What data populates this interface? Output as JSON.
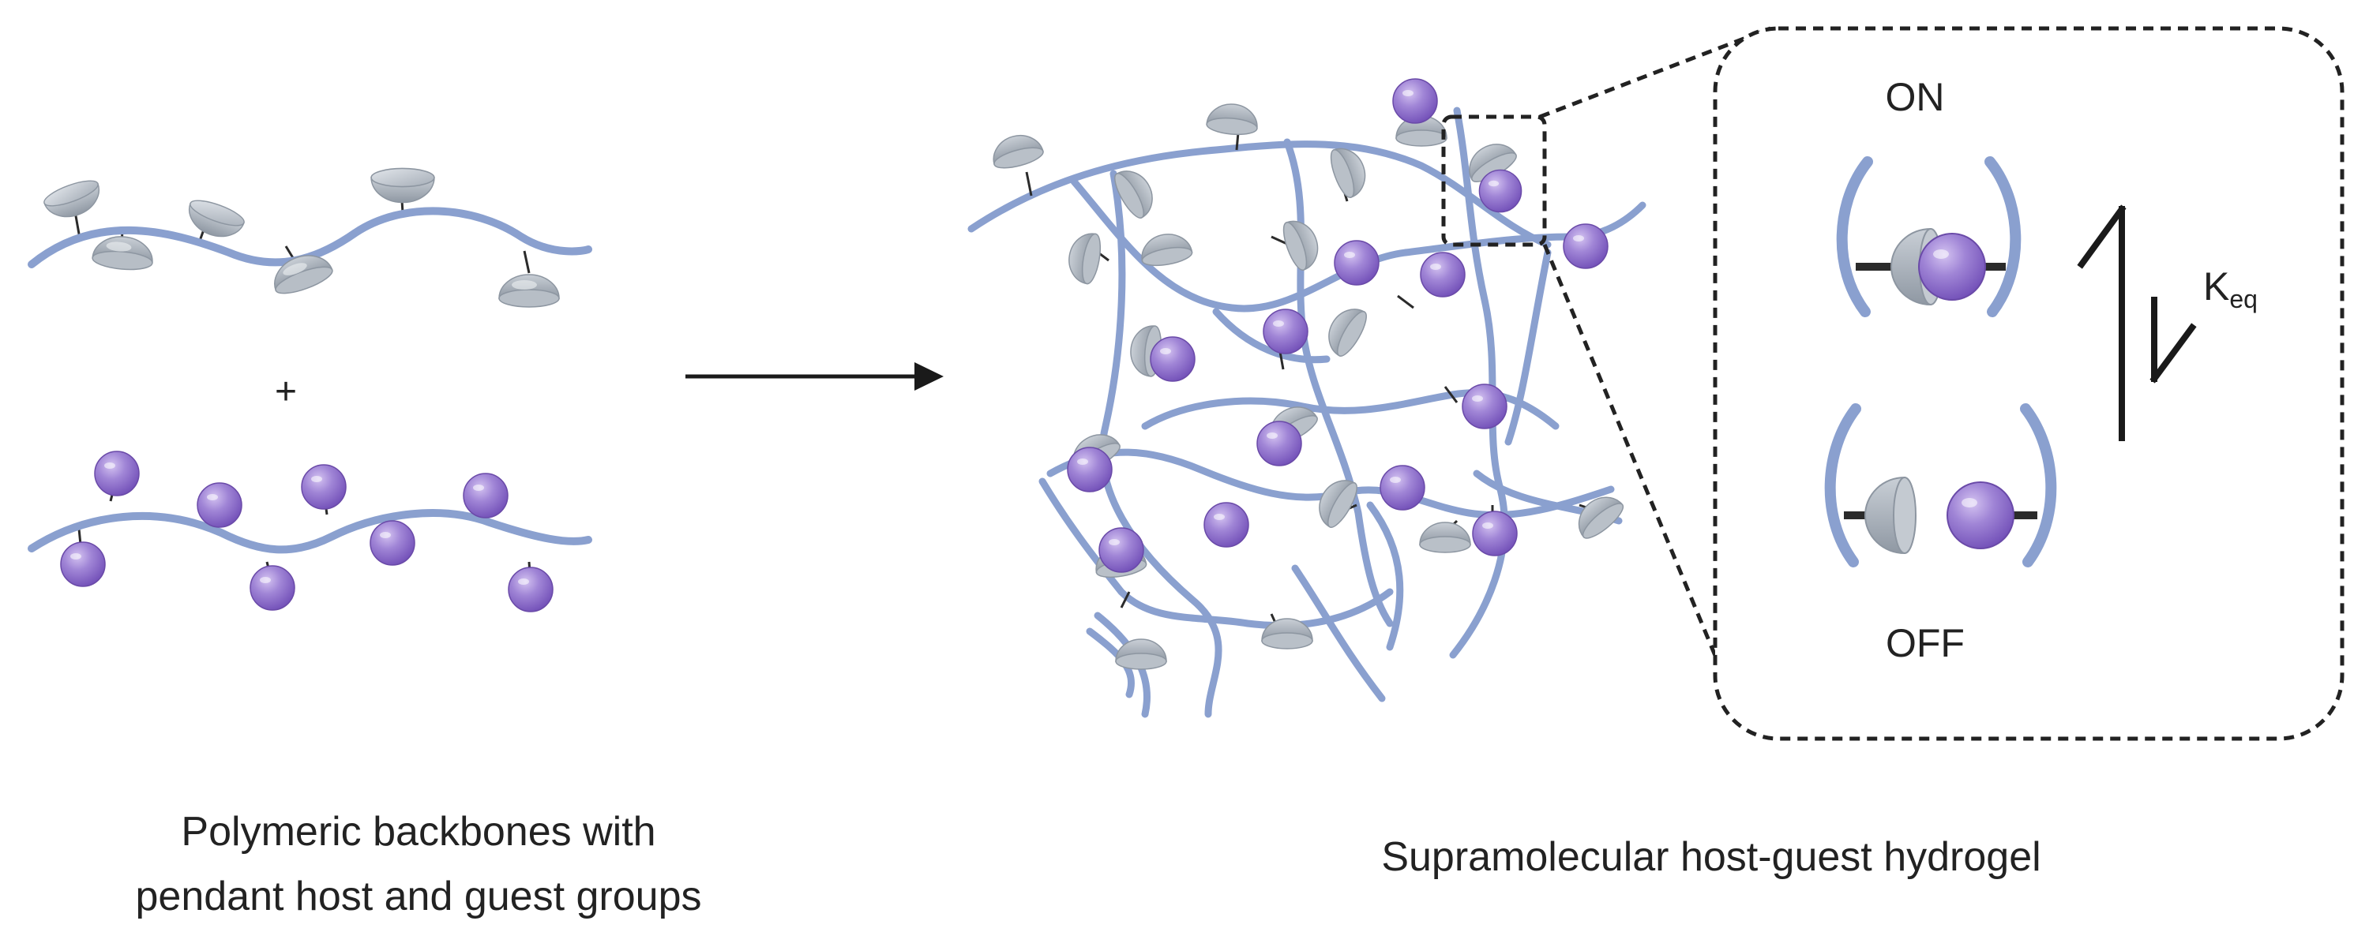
{
  "left_caption": {
    "line1": "Polymeric backbones with",
    "line2": "pendant host and guest groups"
  },
  "plus_sign": "+",
  "right_caption": "Supramolecular host-guest hydrogel",
  "inset": {
    "on_label": "ON",
    "off_label": "OFF",
    "keq_main": "K",
    "keq_sub": "eq"
  },
  "colors": {
    "polymer_chain": "#8aa0cf",
    "host_cup": "#b3bac3",
    "guest_sphere": "#9b7fcf",
    "tether": "#2b2b2b",
    "inset_border": "#222222"
  },
  "icons": {
    "host": "host-cup-icon",
    "guest": "guest-sphere-icon",
    "arrow": "reaction-arrow-icon",
    "equilibrium": "equilibrium-arrows-icon"
  }
}
